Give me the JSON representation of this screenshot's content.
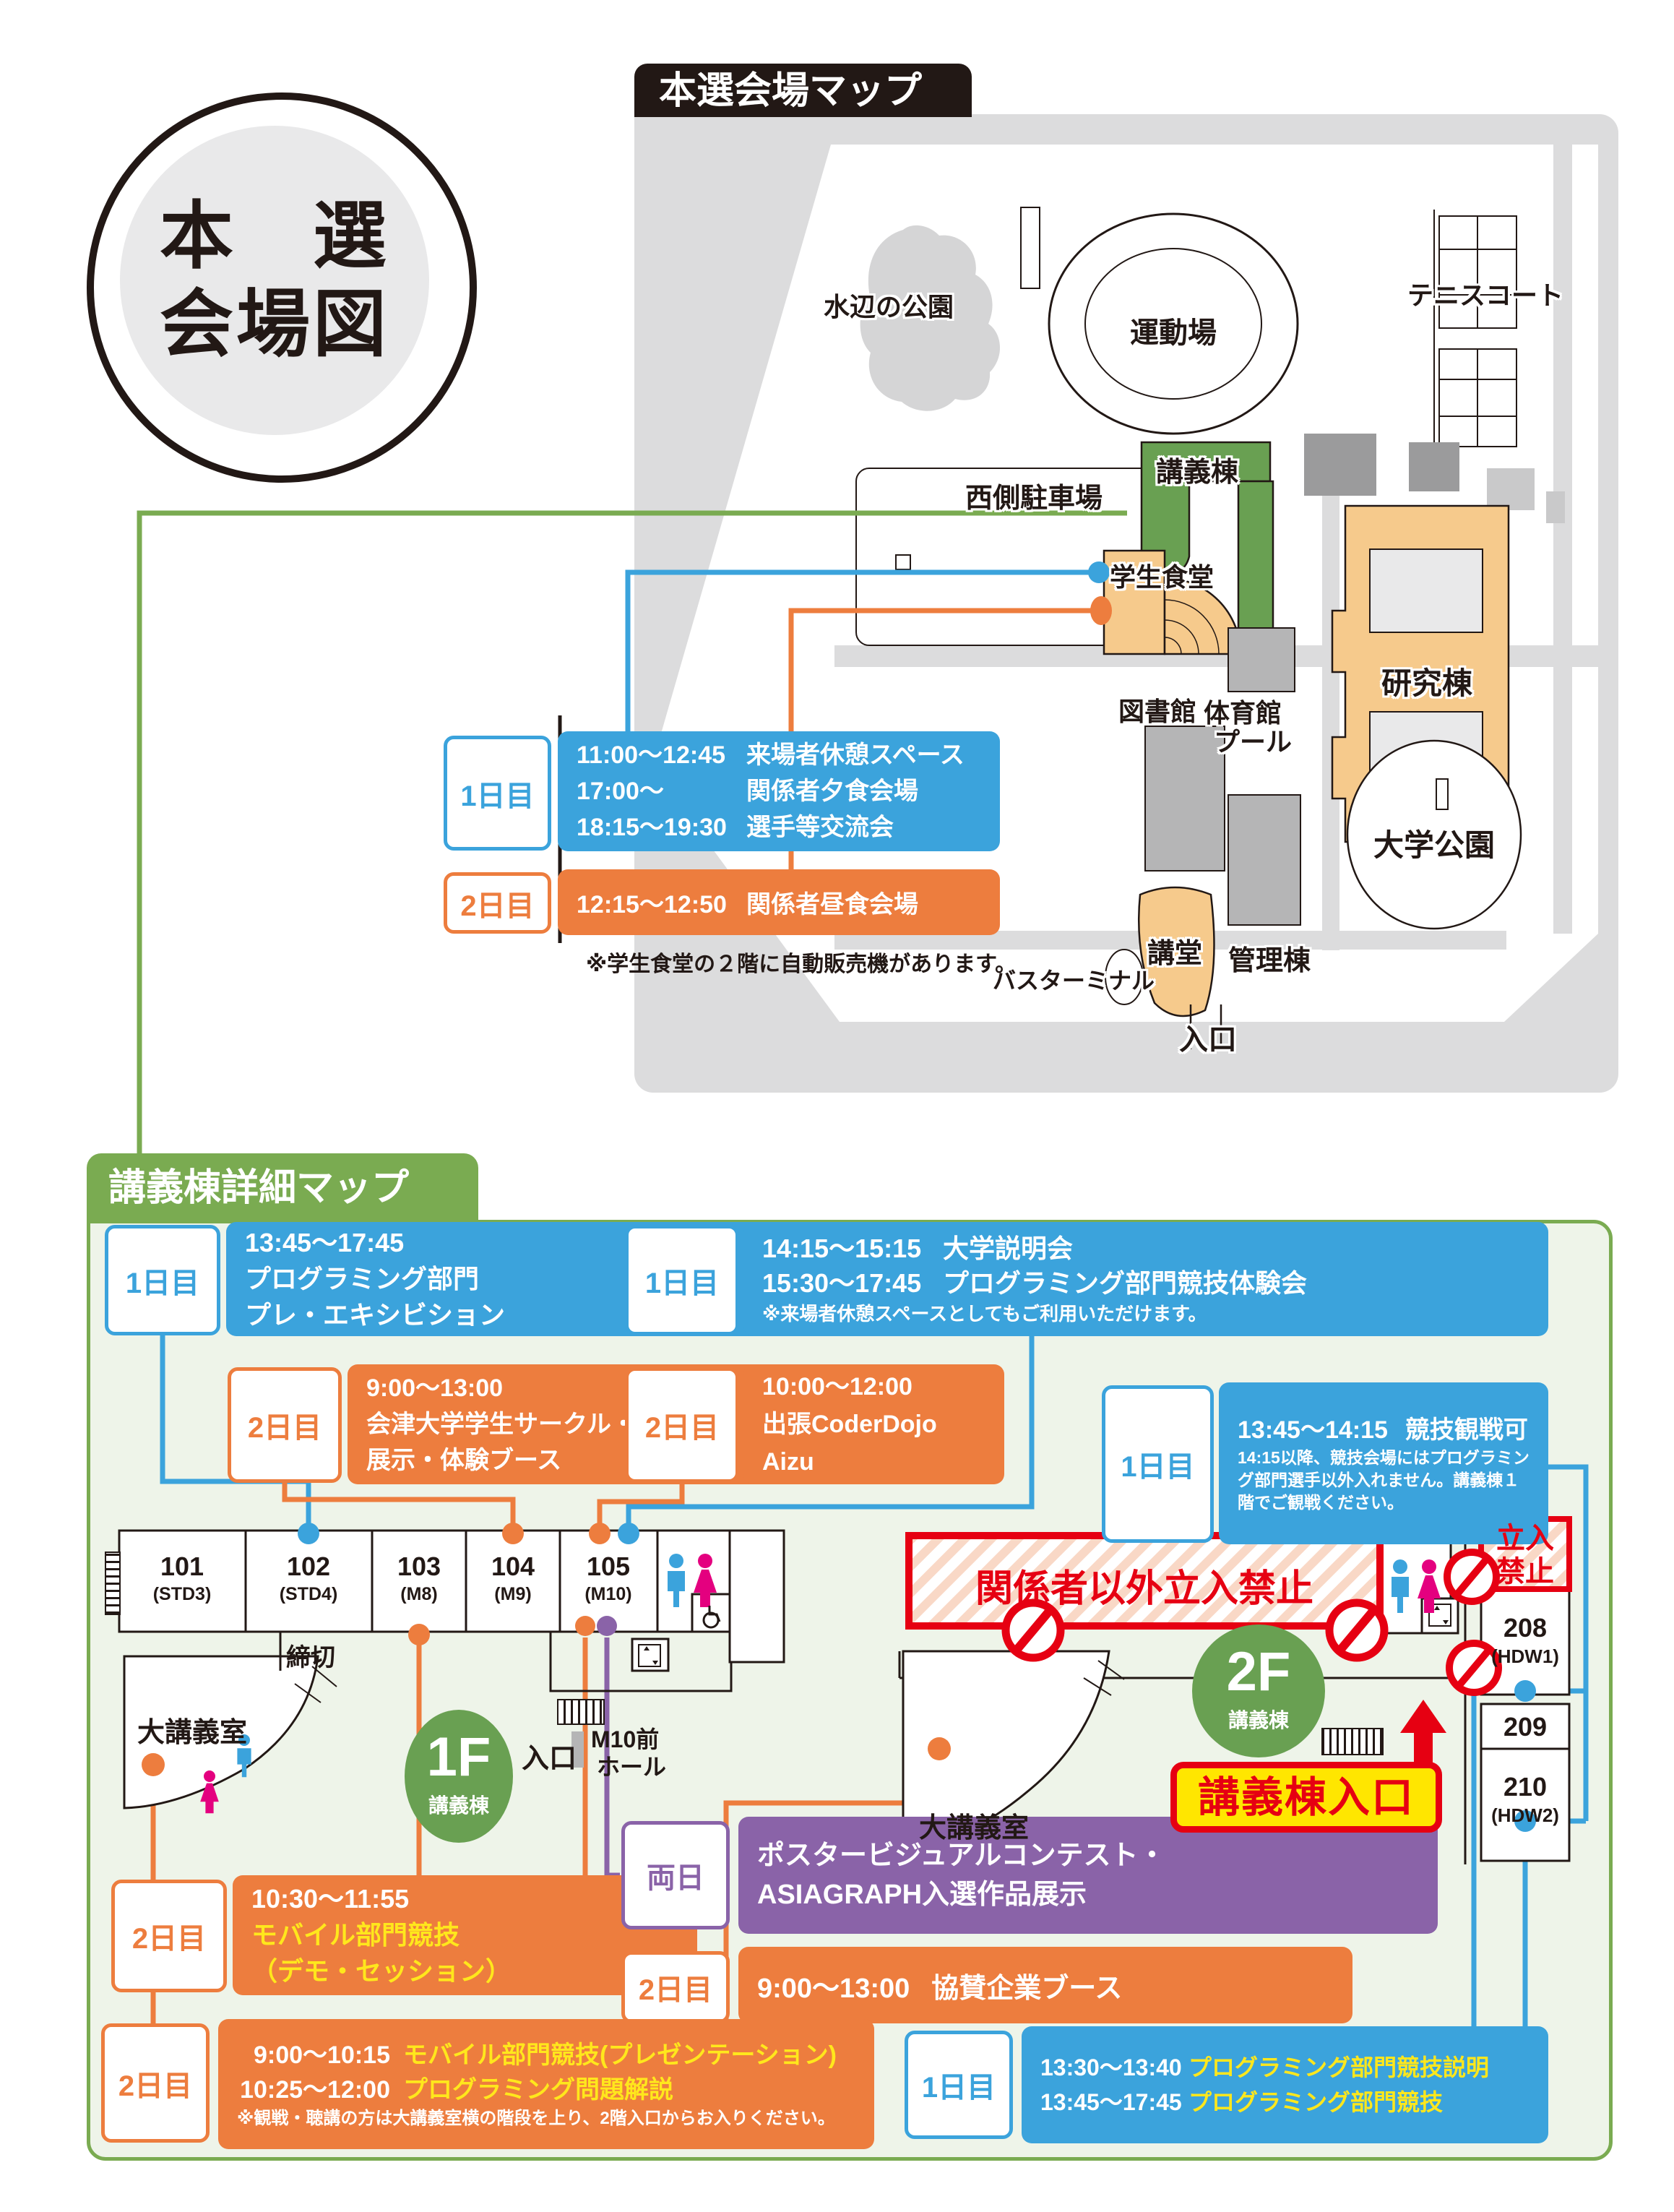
{
  "badge": {
    "line1": "本　選",
    "line2": "会場図"
  },
  "venue_map": {
    "title": "本選会場マップ",
    "labels": {
      "pond": "水辺の公園",
      "field": "運動場",
      "tennis": "テニスコート",
      "west_parking": "西側駐車場",
      "lecture": "講義棟",
      "cafeteria": "学生食堂",
      "research": "研究棟",
      "library": "図書館",
      "gym1": "体育館",
      "gym2": "プール",
      "auditorium": "講堂",
      "admin": "管理棟",
      "park": "大学公園",
      "bus": "バスターミナル",
      "entrance": "入口"
    },
    "day1": {
      "label": "1日目",
      "rows": [
        {
          "time": "11:00～12:45",
          "title": "来場者休憩スペース"
        },
        {
          "time": "17:00～",
          "title": "関係者夕食会場"
        },
        {
          "time": "18:15～19:30",
          "title": "選手等交流会"
        }
      ]
    },
    "day2": {
      "label": "2日目",
      "rows": [
        {
          "time": "12:15～12:50",
          "title": "関係者昼食会場"
        }
      ]
    },
    "note": "※学生食堂の２階に自動販売機があります。"
  },
  "detail_map": {
    "title": "講義棟詳細マップ",
    "box_pre": {
      "label": "1日目",
      "lines": [
        "13:45～17:45",
        "プログラミング部門",
        "プレ・エキシビション"
      ]
    },
    "box_circle": {
      "label": "2日目",
      "lines": [
        "9:00～13:00",
        "会津大学学生サークル・研究室",
        "展示・体験ブース"
      ]
    },
    "box_briefing": {
      "label": "1日目",
      "rows": [
        {
          "time": "14:15～15:15",
          "title": "大学説明会"
        },
        {
          "time": "15:30～17:45",
          "title": "プログラミング部門競技体験会"
        }
      ],
      "note": "※来場者休憩スペースとしてもご利用いただけます。"
    },
    "box_coderdojo": {
      "label": "2日目",
      "lines": [
        "10:00～12:00",
        "出張CoderDojo Aizu"
      ]
    },
    "box_watch": {
      "label": "1日目",
      "time": "13:45～14:15",
      "title": "競技観戦可",
      "note": "14:15以降、競技会場にはプログラミング部門選手以外入れません。講義棟１階でご観戦ください。"
    },
    "box_mobile_demo": {
      "label": "2日目",
      "time": "10:30～11:55",
      "lines": [
        "モバイル部門競技",
        "（デモ・セッション）"
      ]
    },
    "box_poster": {
      "label": "両日",
      "lines": [
        "ポスタービジュアルコンテスト・",
        "ASIAGRAPH入選作品展示"
      ]
    },
    "box_sponsor": {
      "label": "2日目",
      "time": "9:00～13:00",
      "title": "協賛企業ブース"
    },
    "box_mobile_pres": {
      "label": "2日目",
      "rows": [
        {
          "time": "9:00～10:15",
          "title": "モバイル部門競技(プレゼンテーション)"
        },
        {
          "time": "10:25～12:00",
          "title": "プログラミング問題解説"
        }
      ],
      "note": "※観戦・聴講の方は大講義室横の階段を上り、2階入口からお入りください。"
    },
    "box_prog": {
      "label": "1日目",
      "rows": [
        {
          "time": "13:30～13:40",
          "title": "プログラミング部門競技説明"
        },
        {
          "time": "13:45～17:45",
          "title": "プログラミング部門競技"
        }
      ]
    },
    "floor1": {
      "floor": "1F",
      "bldg": "講義棟",
      "rooms": [
        {
          "no": "101",
          "code": "(STD3)"
        },
        {
          "no": "102",
          "code": "(STD4)"
        },
        {
          "no": "103",
          "code": "(M8)"
        },
        {
          "no": "104",
          "code": "(M9)"
        },
        {
          "no": "105",
          "code": "(M10)"
        }
      ],
      "closed": "締切",
      "large_room": "大講義室",
      "entrance": "入口",
      "hall1": "M10前",
      "hall2": "ホール"
    },
    "floor2": {
      "floor": "2F",
      "bldg": "講義棟",
      "restricted": "関係者以外立入禁止",
      "no_entry1": "立入",
      "no_entry2": "禁止",
      "rooms": [
        {
          "no": "208",
          "code": "(HDW1)"
        },
        {
          "no": "209",
          "code": ""
        },
        {
          "no": "210",
          "code": "(HDW2)"
        }
      ],
      "large_room": "大講義室",
      "entrance_sign": "講義棟入口"
    }
  }
}
